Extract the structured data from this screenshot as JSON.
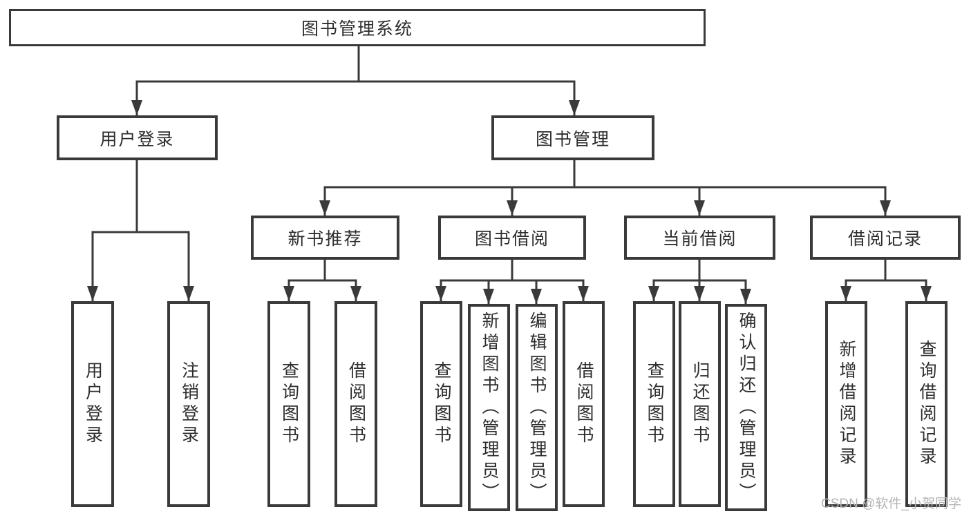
{
  "colors": {
    "line": "#3a3a3a",
    "box_border": "#3a3a3a",
    "box_bg": "#ffffff",
    "text": "#2d2d2d",
    "watermark": "#b4b4b4"
  },
  "watermark": "CSDN @软件_小贺同学",
  "nodes": {
    "root": {
      "label": "图书管理系统"
    },
    "userLogin": {
      "label": "用户登录"
    },
    "bookMgmt": {
      "label": "图书管理"
    },
    "newBookRec": {
      "label": "新书推荐"
    },
    "bookBorrow": {
      "label": "图书借阅"
    },
    "currentBorrow": {
      "label": "当前借阅"
    },
    "borrowRecords": {
      "label": "借阅记录"
    },
    "loginLeaf": {
      "label": "用户登录"
    },
    "logoutLeaf": {
      "label": "注销登录"
    },
    "queryBook1": {
      "label": "查询图书"
    },
    "borrowBook1": {
      "label": "借阅图书"
    },
    "queryBook2": {
      "label": "查询图书"
    },
    "addBookAdmin": {
      "label": "新增图书（管理员）"
    },
    "editBookAdmin": {
      "label": "编辑图书（管理员）"
    },
    "borrowBook2": {
      "label": "借阅图书"
    },
    "queryBook3": {
      "label": "查询图书"
    },
    "returnBook": {
      "label": "归还图书"
    },
    "confirmReturnAdmin": {
      "label": "确认归还（管理员）"
    },
    "addBorrowRecord": {
      "label": "新增借阅记录"
    },
    "queryBorrowRecord": {
      "label": "查询借阅记录"
    }
  },
  "edges": [
    [
      "root",
      "userLogin"
    ],
    [
      "root",
      "bookMgmt"
    ],
    [
      "userLogin",
      "loginLeaf"
    ],
    [
      "userLogin",
      "logoutLeaf"
    ],
    [
      "bookMgmt",
      "newBookRec"
    ],
    [
      "bookMgmt",
      "bookBorrow"
    ],
    [
      "bookMgmt",
      "currentBorrow"
    ],
    [
      "bookMgmt",
      "borrowRecords"
    ],
    [
      "newBookRec",
      "queryBook1"
    ],
    [
      "newBookRec",
      "borrowBook1"
    ],
    [
      "bookBorrow",
      "queryBook2"
    ],
    [
      "bookBorrow",
      "addBookAdmin"
    ],
    [
      "bookBorrow",
      "editBookAdmin"
    ],
    [
      "bookBorrow",
      "borrowBook2"
    ],
    [
      "currentBorrow",
      "queryBook3"
    ],
    [
      "currentBorrow",
      "returnBook"
    ],
    [
      "currentBorrow",
      "confirmReturnAdmin"
    ],
    [
      "borrowRecords",
      "addBorrowRecord"
    ],
    [
      "borrowRecords",
      "queryBorrowRecord"
    ]
  ]
}
